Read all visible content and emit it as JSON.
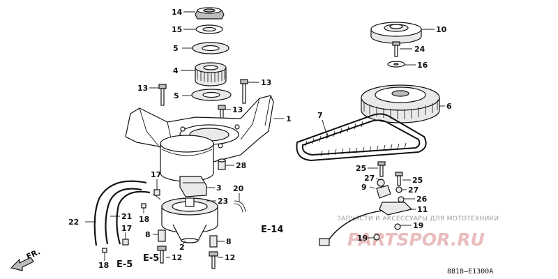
{
  "diagram": {
    "callouts": [
      {
        "id": "c14",
        "text": "14"
      },
      {
        "id": "c15",
        "text": "15"
      },
      {
        "id": "c5a",
        "text": "5"
      },
      {
        "id": "c4",
        "text": "4"
      },
      {
        "id": "c5b",
        "text": "5"
      },
      {
        "id": "c13a",
        "text": "13"
      },
      {
        "id": "c13b",
        "text": "13"
      },
      {
        "id": "c13c",
        "text": "13"
      },
      {
        "id": "c1",
        "text": "1"
      },
      {
        "id": "c28",
        "text": "28"
      },
      {
        "id": "c17a",
        "text": "17"
      },
      {
        "id": "c3",
        "text": "3"
      },
      {
        "id": "c20",
        "text": "20"
      },
      {
        "id": "c23",
        "text": "23"
      },
      {
        "id": "c22",
        "text": "22"
      },
      {
        "id": "c21",
        "text": "21"
      },
      {
        "id": "c18a",
        "text": "18"
      },
      {
        "id": "c17b",
        "text": "17"
      },
      {
        "id": "c8a",
        "text": "8"
      },
      {
        "id": "c2",
        "text": "2"
      },
      {
        "id": "c8b",
        "text": "8"
      },
      {
        "id": "c12a",
        "text": "12"
      },
      {
        "id": "c12b",
        "text": "12"
      },
      {
        "id": "c18b",
        "text": "18"
      },
      {
        "id": "c10",
        "text": "10"
      },
      {
        "id": "c24",
        "text": "24"
      },
      {
        "id": "c16",
        "text": "16"
      },
      {
        "id": "c6",
        "text": "6"
      },
      {
        "id": "c7",
        "text": "7"
      },
      {
        "id": "c25a",
        "text": "25"
      },
      {
        "id": "c27a",
        "text": "27"
      },
      {
        "id": "c9",
        "text": "9"
      },
      {
        "id": "c25b",
        "text": "25"
      },
      {
        "id": "c27b",
        "text": "27"
      },
      {
        "id": "c26",
        "text": "26"
      },
      {
        "id": "c11",
        "text": "11"
      },
      {
        "id": "c19a",
        "text": "19"
      },
      {
        "id": "c19b",
        "text": "19"
      }
    ],
    "refs": [
      {
        "id": "e14",
        "text": "E-14"
      },
      {
        "id": "e5a",
        "text": "E-5"
      },
      {
        "id": "e5b",
        "text": "E-5"
      }
    ],
    "front_label": "FR.",
    "diagram_code": "8818—E1300A"
  },
  "watermark": {
    "caption": "ЗАПЧАСТИ И АКСЕССУАРЫ ДЛЯ МОТОТЕХНИКИ",
    "brand": "PARTSPOR.RU"
  },
  "colors": {
    "ink": "#111111",
    "watermark_red": "#e2a7a7",
    "watermark_gray": "#9a9a9a"
  }
}
